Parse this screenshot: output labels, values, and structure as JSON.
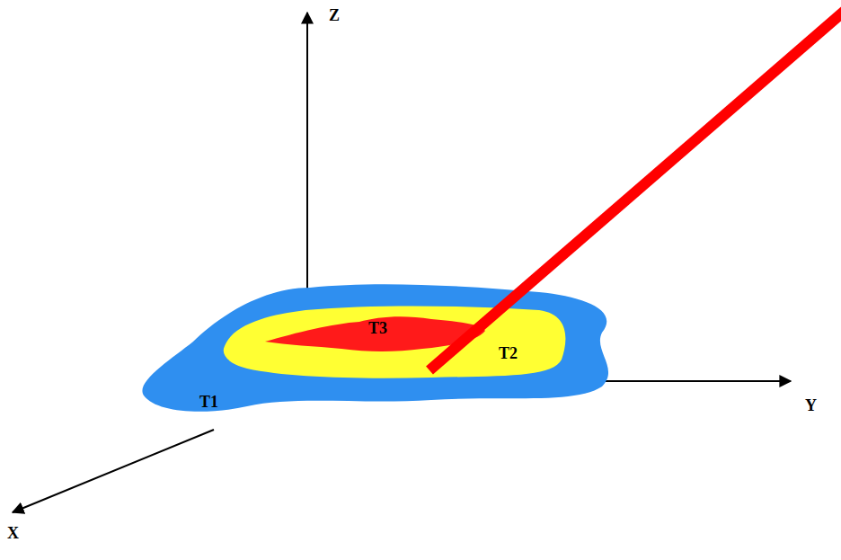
{
  "diagram": {
    "nodes": [
      {
        "text": [
          "T1"
        ]
      },
      {
        "text": [
          "T2"
        ],
        "in": 0
      },
      {
        "text": [
          "T3"
        ],
        "in": 1
      }
    ],
    "labels": [
      "Z",
      "Y",
      "X"
    ]
  }
}
